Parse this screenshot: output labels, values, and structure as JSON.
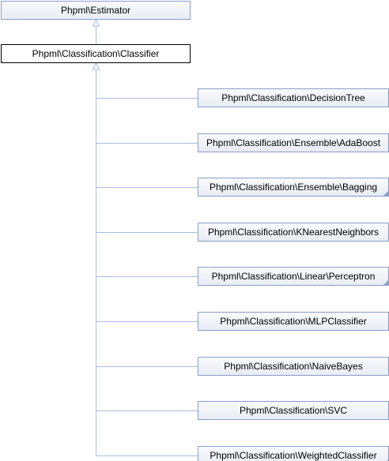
{
  "diagram": {
    "base": {
      "label": "Phpml\\Estimator"
    },
    "current": {
      "label": "Phpml\\Classification\\Classifier"
    },
    "children": [
      {
        "label": "Phpml\\Classification\\DecisionTree",
        "has_more": false
      },
      {
        "label": "Phpml\\Classification\\Ensemble\\AdaBoost",
        "has_more": false
      },
      {
        "label": "Phpml\\Classification\\Ensemble\\Bagging",
        "has_more": true
      },
      {
        "label": "Phpml\\Classification\\KNearestNeighbors",
        "has_more": false
      },
      {
        "label": "Phpml\\Classification\\Linear\\Perceptron",
        "has_more": true
      },
      {
        "label": "Phpml\\Classification\\MLPClassifier",
        "has_more": false
      },
      {
        "label": "Phpml\\Classification\\NaiveBayes",
        "has_more": false
      },
      {
        "label": "Phpml\\Classification\\SVC",
        "has_more": false
      },
      {
        "label": "Phpml\\Classification\\WeightedClassifier",
        "has_more": true
      }
    ],
    "colors": {
      "node_border": "#8a9ec9",
      "edge": "#a9bce0",
      "current_border": "#000000"
    }
  }
}
